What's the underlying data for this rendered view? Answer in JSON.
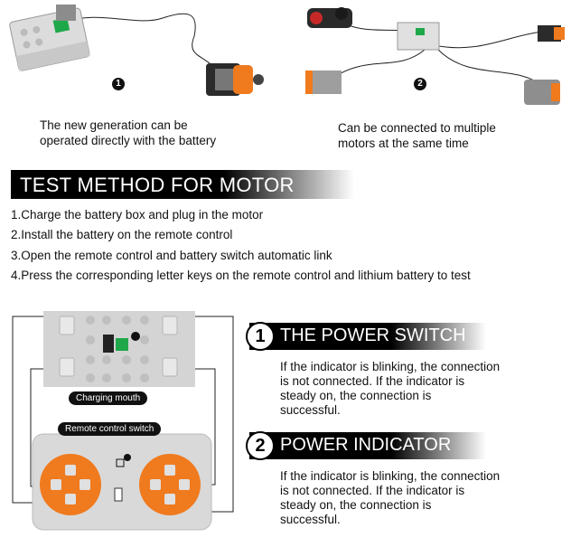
{
  "top_left": {
    "badge": "1",
    "caption_line1": "The new generation can be",
    "caption_line2": "operated directly with the battery"
  },
  "top_right": {
    "badge": "2",
    "caption_line1": "Can be connected to multiple",
    "caption_line2": "motors at the same time"
  },
  "test_banner": {
    "title": "TEST METHOD FOR MOTOR"
  },
  "steps": [
    "1.Charge the battery box and plug in the motor",
    "2.Install the battery on the remote control",
    "3.Open the remote control and battery switch automatic link",
    "4.Press the corresponding letter keys on the remote control and lithium battery to test"
  ],
  "labels": {
    "charging": "Charging mouth",
    "remote_switch": "Remote control switch"
  },
  "sections": [
    {
      "num": "1",
      "title": "THE POWER SWITCH",
      "lines": [
        "If the indicator is blinking, the connection",
        "is not connected. If the indicator is",
        "steady on, the connection is",
        "successful."
      ]
    },
    {
      "num": "2",
      "title": "POWER INDICATOR",
      "lines": [
        "If the indicator is blinking, the connection",
        "is not connected. If the indicator is",
        "steady on, the connection is",
        "successful."
      ]
    }
  ],
  "colors": {
    "accent": "#f07a1e",
    "banner": "#000000",
    "brick": "#d9d9d9"
  }
}
